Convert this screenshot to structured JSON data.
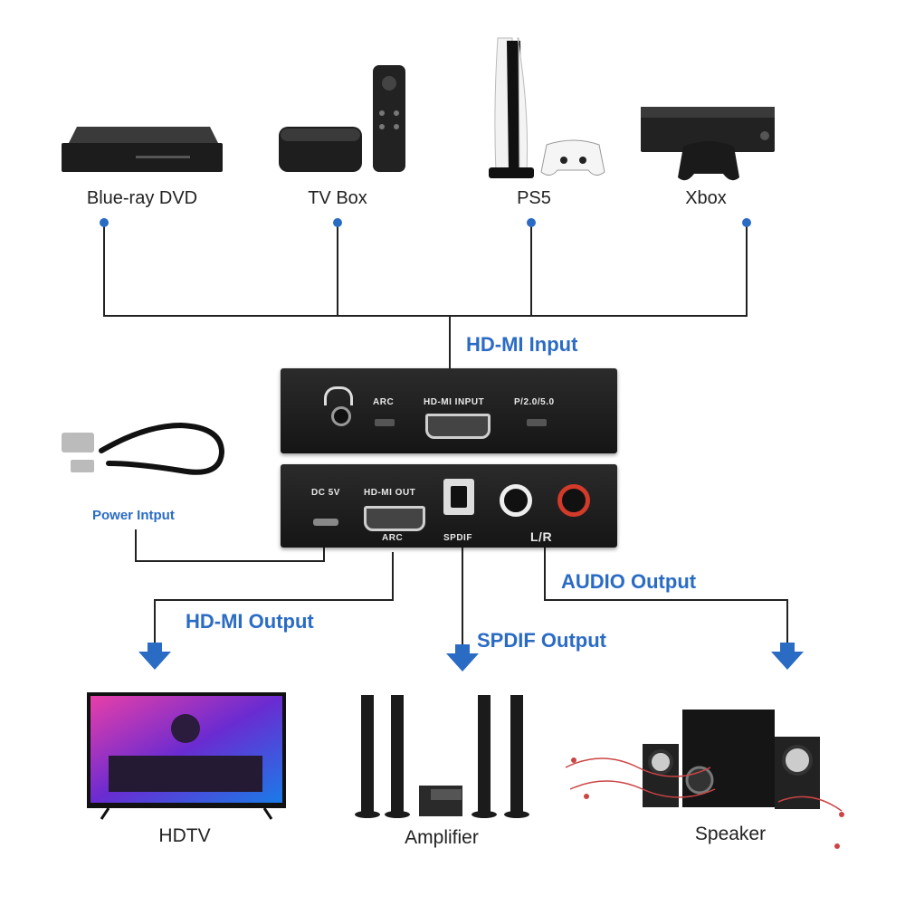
{
  "sources": [
    {
      "label": "Blue-ray DVD",
      "icon": "bluray-player-icon"
    },
    {
      "label": "TV Box",
      "icon": "tv-box-icon"
    },
    {
      "label": "PS5",
      "icon": "ps5-console-icon"
    },
    {
      "label": "Xbox",
      "icon": "xbox-console-icon"
    }
  ],
  "hdmi_input_label": "HD-MI Input",
  "top_panel": {
    "arc": "ARC",
    "hdmi_input": "HD-MI INPUT",
    "switch": "P/2.0/5.0"
  },
  "bottom_panel": {
    "dc": "DC 5V",
    "hdmi_out": "HD-MI OUT",
    "arc": "ARC",
    "spdif": "SPDIF",
    "lr": "L/R"
  },
  "power_label": "Power Intput",
  "hdmi_output_label": "HD-MI Output",
  "spdif_output_label": "SPDIF Output",
  "audio_output_label": "AUDIO Output",
  "destinations": [
    {
      "label": "HDTV",
      "icon": "hdtv-icon"
    },
    {
      "label": "Amplifier",
      "icon": "amplifier-icon"
    },
    {
      "label": "Speaker",
      "icon": "speaker-icon"
    }
  ],
  "colors": {
    "accent": "#2a6bc4",
    "line": "#222222",
    "box_border": "#7fb5a8"
  }
}
